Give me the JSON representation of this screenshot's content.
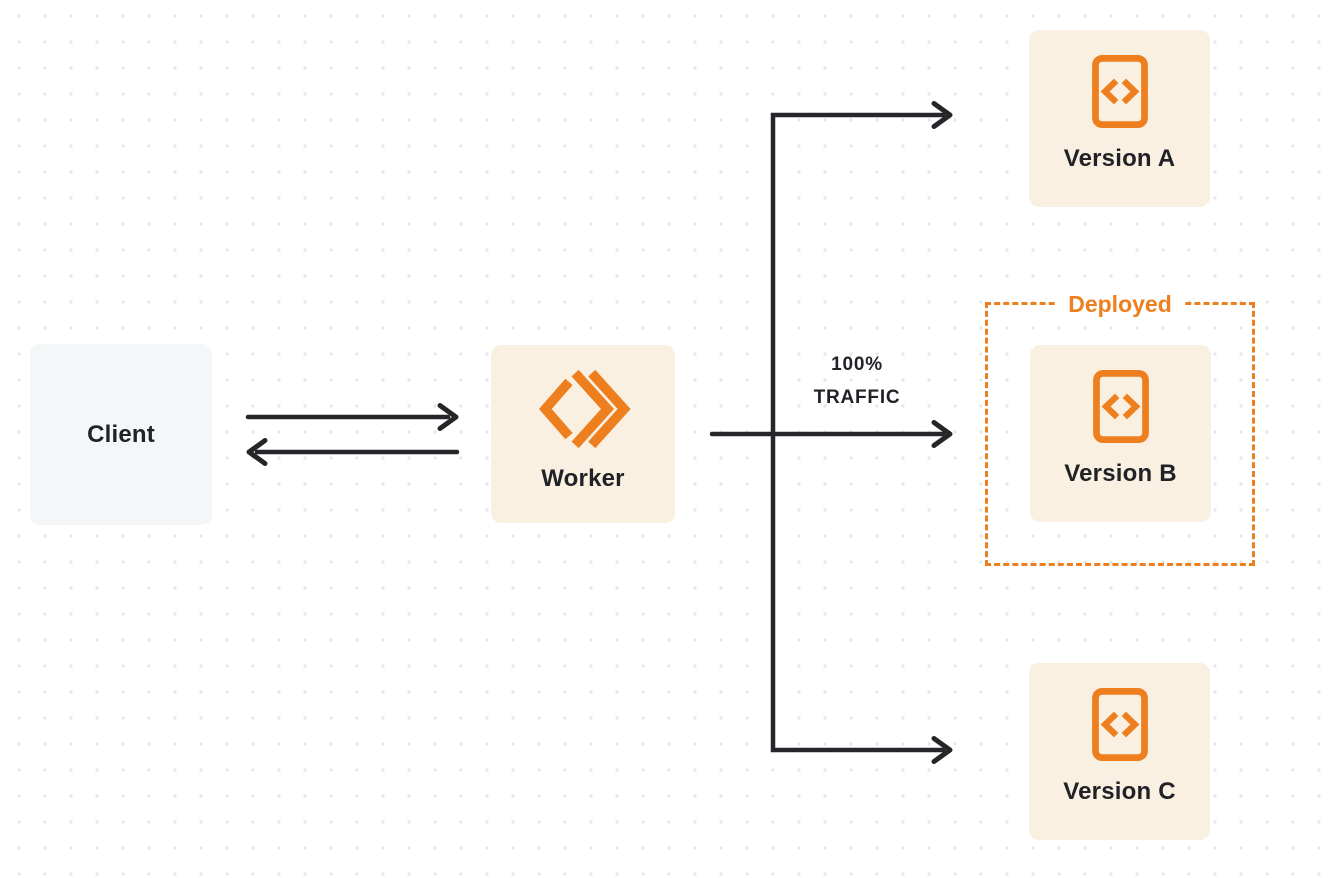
{
  "colors": {
    "background": "#ffffff",
    "dot_grid": "#e7e7e7",
    "accent_orange": "#ed7f1f",
    "node_cream_bg": "#faf0e2",
    "client_gray_bg": "#f5f6f8",
    "text_dark": "#202227",
    "arrow_dark": "#26262a"
  },
  "nodes": {
    "client": {
      "label": "Client"
    },
    "worker": {
      "label": "Worker",
      "icon": "workers-logo-icon"
    },
    "version_a": {
      "label": "Version A",
      "icon": "code-file-icon"
    },
    "version_b": {
      "label": "Version B",
      "icon": "code-file-icon"
    },
    "version_c": {
      "label": "Version C",
      "icon": "code-file-icon"
    }
  },
  "deployed_group": {
    "label": "Deployed"
  },
  "traffic_annotation": {
    "line1": "100%",
    "line2": "TRAFFIC"
  },
  "connectors": [
    {
      "name": "client-to-worker",
      "style": "arrow-right"
    },
    {
      "name": "worker-to-client",
      "style": "arrow-left"
    },
    {
      "name": "worker-to-version-b",
      "label": "100% TRAFFIC"
    },
    {
      "name": "branch-to-version-a",
      "style": "elbow-arrow"
    },
    {
      "name": "branch-to-version-c",
      "style": "elbow-arrow"
    }
  ]
}
